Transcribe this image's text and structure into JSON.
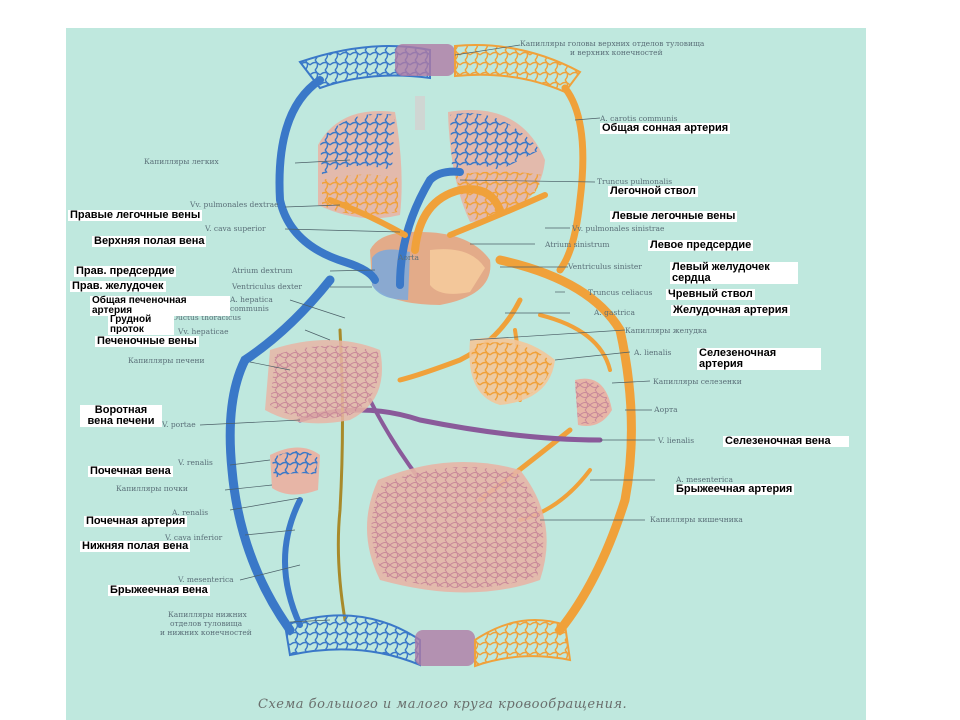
{
  "caption": "Схема большого и малого круга кровообращения.",
  "colors": {
    "background": "#bfe8de",
    "artery": "#f0a13a",
    "vein": "#3a78c8",
    "portal": "#8a5a9a",
    "capillary": "#d9a0b0",
    "lymph": "#a88a2a"
  },
  "latin_labels": {
    "cap_head": "Капилляры головы верхних отделов туловища",
    "cap_head2": "и верхних конечностей",
    "carotis": "A. carotis communis",
    "cap_lungs": "Капилляры легких",
    "truncus_pulm": "Truncus pulmonalis",
    "vv_pulm_dex": "Vv. pulmonales dextrae",
    "vv_pulm_sin": "Vv. pulmonales sinistrae",
    "cava_sup": "V. cava superior",
    "atrium_sin": "Atrium sinistrum",
    "aorta": "Aorta",
    "ventr_sin": "Ventriculus sinister",
    "atrium_dex": "Atrium dextrum",
    "ventr_dex": "Ventriculus dexter",
    "tr_celiacus": "Truncus celiacus",
    "hepatica": "A. hepatica",
    "hepatica2": "communis",
    "thoracicus": "Ductus thoracicus",
    "gastrica": "A. gastrica",
    "hepaticae": "Vv. hepaticae",
    "cap_stomach": "Капилляры желудка",
    "cap_liver": "Капилляры печени",
    "lienalis_a": "A. lienalis",
    "cap_spleen": "Капилляры селезенки",
    "aorta2": "Аорта",
    "portae": "V. portae",
    "lienalis_v": "V. lienalis",
    "renalis_v": "V. renalis",
    "cap_kidney": "Капилляры почки",
    "mesenterica_a": "A. mesenterica",
    "renalis_a": "A. renalis",
    "cap_intestine": "Капилляры кишечника",
    "cava_inf": "V. cava inferior",
    "mesenterica_v": "V. mesenterica",
    "cap_lower": "Капилляры нижних",
    "cap_lower2": "отделов туловища",
    "cap_lower3": "и нижних конечностей"
  },
  "labels": {
    "carotid": "Общая сонная артерия",
    "pulm_trunk": "Легочной ствол",
    "right_pulm_veins": "Правые легочные вены",
    "left_pulm_veins": "Левые легочные вены",
    "sup_vena_cava": "Верхняя полая вена",
    "left_atrium": "Левое предсердие",
    "right_atrium": "Прав. предсердие",
    "left_ventricle": "Левый желудочек сердца",
    "right_ventricle": "Прав. желудочек",
    "celiac": "Чревный ствол",
    "common_hepatic": "Общая печеночная артерия",
    "gastric_artery": "Желудочная артерия",
    "thoracic_duct": "Грудной проток",
    "hepatic_veins": "Печеночные вены",
    "splenic_artery": "Селезеночная артерия",
    "portal_vein": "Воротная вена печени",
    "splenic_vein": "Селезеночная вена",
    "renal_vein": "Почечная вена",
    "mesenteric_artery": "Брыжеечная артерия",
    "renal_artery": "Почечная артерия",
    "inf_vena_cava": "Нижняя полая вена",
    "mesenteric_vein": "Брыжеечная вена"
  }
}
